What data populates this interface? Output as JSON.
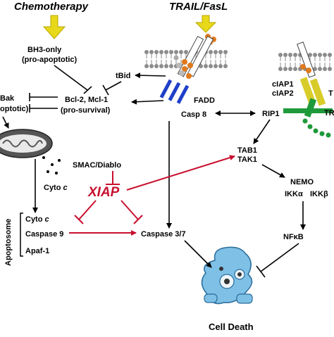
{
  "stimuli": {
    "chemotherapy": "Chemotherapy",
    "trail_fasl": "TRAIL/FasL"
  },
  "nodes": {
    "bh3_only": "BH3-only",
    "bh3_only_sub": "(pro-apoptotic)",
    "tbid": "tBid",
    "bcl2": "Bcl-2, Mcl-1",
    "bcl2_sub": "(pro-survival)",
    "bak": "Bak",
    "bak_sub": "optotic)",
    "fadd": "FADD",
    "casp8": "Casp 8",
    "ciap1": "cIAP1",
    "ciap2": "cIAP2",
    "tr_a": "T",
    "tr_b": "TR",
    "rip1": "RIP1",
    "smac": "SMAC/Diablo",
    "xiap": "XIAP",
    "cyto_c_release_1": "Cyto ",
    "cyto_c_release_2": "c",
    "tab1": "TAB1",
    "tak1": "TAK1",
    "nemo": "NEMO",
    "ikka": "IKKα",
    "ikkb": "IKKβ",
    "nfkb": "NFκB",
    "apoptosome": "Apoptosome",
    "apo_cyto_1": "Cyto ",
    "apo_cyto_2": "c",
    "caspase9": "Caspase 9",
    "apaf1": "Apaf-1",
    "caspase37": "Caspase 3/7",
    "cell_death": "Cell Death"
  },
  "colors": {
    "arrow_yellow": "#e8d81a",
    "inhibit_red": "#c8102e",
    "membrane_grey": "#8c8c8c",
    "receptor_blue": "#1f3fc8",
    "receptor_yellow": "#d8cc2a",
    "receptor_green": "#1f9a3a",
    "ligand_orange": "#e07a1e",
    "cell_blue": "#7fc0e6",
    "mito_dark": "#555555"
  }
}
